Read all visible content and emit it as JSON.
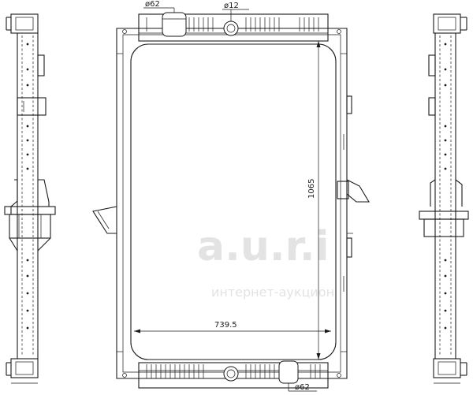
{
  "dimensions": {
    "width": "739.5",
    "height": "1065",
    "port_top": "ø62",
    "port_small": "ø12",
    "port_bottom": "ø62"
  },
  "watermark": {
    "logo": "a.u.r.i",
    "text": "интернет-аукцион"
  }
}
